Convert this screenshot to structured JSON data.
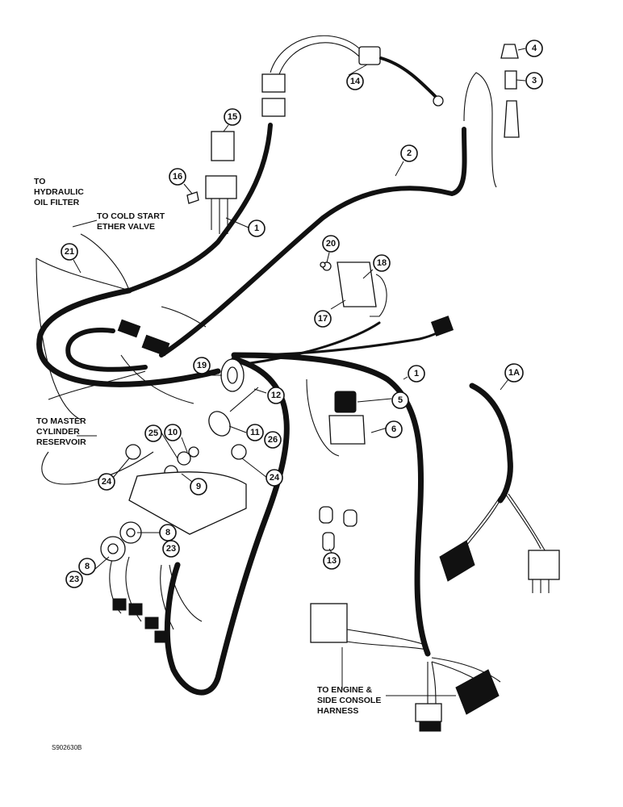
{
  "notes": {
    "hydraulic": [
      "TO",
      "HYDRAULIC",
      "OIL FILTER"
    ],
    "cold_start": [
      "TO COLD START",
      "ETHER VALVE"
    ],
    "master_cyl": [
      "TO MASTER",
      "CYLINDER",
      "RESERVOIR"
    ],
    "engine": [
      "TO ENGINE &",
      "SIDE CONSOLE",
      "HARNESS"
    ]
  },
  "drawing_number": "S902630B",
  "callouts": {
    "c1a": "1",
    "c1b": "1",
    "c1A": "1A",
    "c2": "2",
    "c3": "3",
    "c4": "4",
    "c5": "5",
    "c6": "6",
    "c8a": "8",
    "c8b": "8",
    "c9": "9",
    "c10": "10",
    "c11": "11",
    "c12": "12",
    "c13": "13",
    "c14": "14",
    "c15": "15",
    "c16": "16",
    "c17": "17",
    "c18": "18",
    "c19": "19",
    "c20": "20",
    "c21": "21",
    "c23a": "23",
    "c23b": "23",
    "c24a": "24",
    "c24b": "24",
    "c25": "25",
    "c26": "26"
  }
}
